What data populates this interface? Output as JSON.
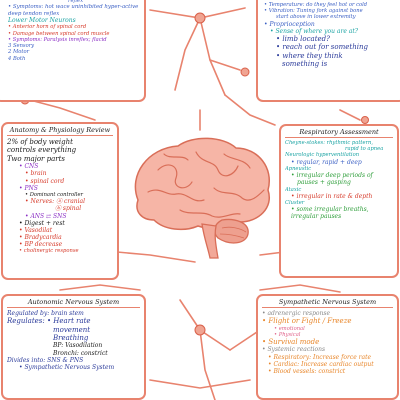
{
  "upper_left": {
    "lines": [
      {
        "text": "reflex",
        "color": "blue"
      },
      {
        "text": "• Symptoms: hot wace uninhibited hyper-active deep tendon reflex",
        "color": "blue"
      },
      {
        "text": "Lower Motor Neurons",
        "color": "teal"
      },
      {
        "text": "• Anterior horn of spinal cord",
        "color": "red"
      },
      {
        "text": "• Damage between spinal cord muscle",
        "color": "red"
      },
      {
        "text": "• Symptoms: Paralysis inreflex; flacid",
        "color": "purple"
      },
      {
        "text": "3 Sensory",
        "color": "blue"
      },
      {
        "text": "2 Motor",
        "color": "blue"
      },
      {
        "text": "4 Both",
        "color": "blue"
      }
    ]
  },
  "upper_right": {
    "lines": [
      {
        "text": "• Temperature: do they feel hot or cold",
        "color": "blue"
      },
      {
        "text": "• Vibration: Tuning fork against bone",
        "color": "blue"
      },
      {
        "text": "start above in lower extremity",
        "color": "blue"
      },
      {
        "text": "• Proprioception",
        "color": "blue"
      },
      {
        "text": "• Sense of where you are at?",
        "color": "teal"
      },
      {
        "text": "• limb located?",
        "color": "dblue"
      },
      {
        "text": "• reach out for something",
        "color": "dblue"
      },
      {
        "text": "• where they think",
        "color": "dblue"
      },
      {
        "text": "something is",
        "color": "dblue"
      }
    ]
  },
  "anatomy": {
    "title": "Anatomy & Physiology Review",
    "lines": [
      {
        "text": "2% of body weight",
        "color": "black"
      },
      {
        "text": "controls everything",
        "color": "black"
      },
      {
        "text": "Two major parts",
        "color": "black"
      },
      {
        "text": "• CNS",
        "color": "purple"
      },
      {
        "text": "• brain",
        "color": "red"
      },
      {
        "text": "• spinal cord",
        "color": "red"
      },
      {
        "text": "• PNS",
        "color": "purple"
      },
      {
        "text": "• Dominant controller",
        "color": "black"
      },
      {
        "text": "• Nerves: ⓐ cranial",
        "color": "red"
      },
      {
        "text": "ⓑ spinal",
        "color": "red"
      },
      {
        "text": "• ANS ⇄ SNS",
        "color": "purple"
      },
      {
        "text": "• Digest + rest",
        "color": "black"
      },
      {
        "text": "• Vasodilat",
        "color": "red"
      },
      {
        "text": "• Bradycardia",
        "color": "red"
      },
      {
        "text": "• BP decrease",
        "color": "red"
      },
      {
        "text": "• cholinergic response",
        "color": "red"
      }
    ]
  },
  "respiratory": {
    "title": "Respiratory Assessment",
    "lines": [
      {
        "text": "Cheyne-stokes: rhythmic pattern,",
        "color": "teal"
      },
      {
        "text": "rapid to apnea",
        "color": "teal"
      },
      {
        "text": "Neurologic hyperventilation",
        "color": "teal"
      },
      {
        "text": "• regular, rapid + deep",
        "color": "blue"
      },
      {
        "text": "Apneustic",
        "color": "teal"
      },
      {
        "text": "• irregular deep periods of",
        "color": "green"
      },
      {
        "text": "pauses + gasping",
        "color": "green"
      },
      {
        "text": "Ataxic",
        "color": "teal"
      },
      {
        "text": "• irregular in rate & depth",
        "color": "red"
      },
      {
        "text": "Cluster",
        "color": "teal"
      },
      {
        "text": "• some irregular breaths,",
        "color": "green"
      },
      {
        "text": "irregular pauses",
        "color": "green"
      }
    ]
  },
  "autonomic": {
    "title": "Autonomic Nervous System",
    "lines": [
      {
        "text": "Regulated by: brain stem",
        "color": "dblue"
      },
      {
        "text": "Regulates: • Heart rate",
        "color": "dblue"
      },
      {
        "text": "movement",
        "color": "dblue"
      },
      {
        "text": "Breathing",
        "color": "dblue"
      },
      {
        "text": "BP: Vasodilation",
        "color": "black"
      },
      {
        "text": "Bronchi: constrict",
        "color": "black"
      },
      {
        "text": "Divides into: SNS & PNS",
        "color": "dblue"
      },
      {
        "text": "• Sympathetic Nervous System",
        "color": "dblue"
      }
    ]
  },
  "sympathetic": {
    "title": "Sympathetic Nervous System",
    "lines": [
      {
        "text": "• adrenergic response",
        "color": "grey"
      },
      {
        "text": "• Flight or Fight / Freeze",
        "color": "orange"
      },
      {
        "text": "• emotional",
        "color": "pink"
      },
      {
        "text": "• Physical",
        "color": "pink"
      },
      {
        "text": "• Survival mode",
        "color": "orange"
      },
      {
        "text": "• Systemic reactions",
        "color": "grey"
      },
      {
        "text": "• Respiratory: Increase force rate",
        "color": "orange"
      },
      {
        "text": "• Cardiac: Increase cardiac output",
        "color": "orange"
      },
      {
        "text": "• Blood vessels: constrict",
        "color": "orange"
      }
    ]
  }
}
